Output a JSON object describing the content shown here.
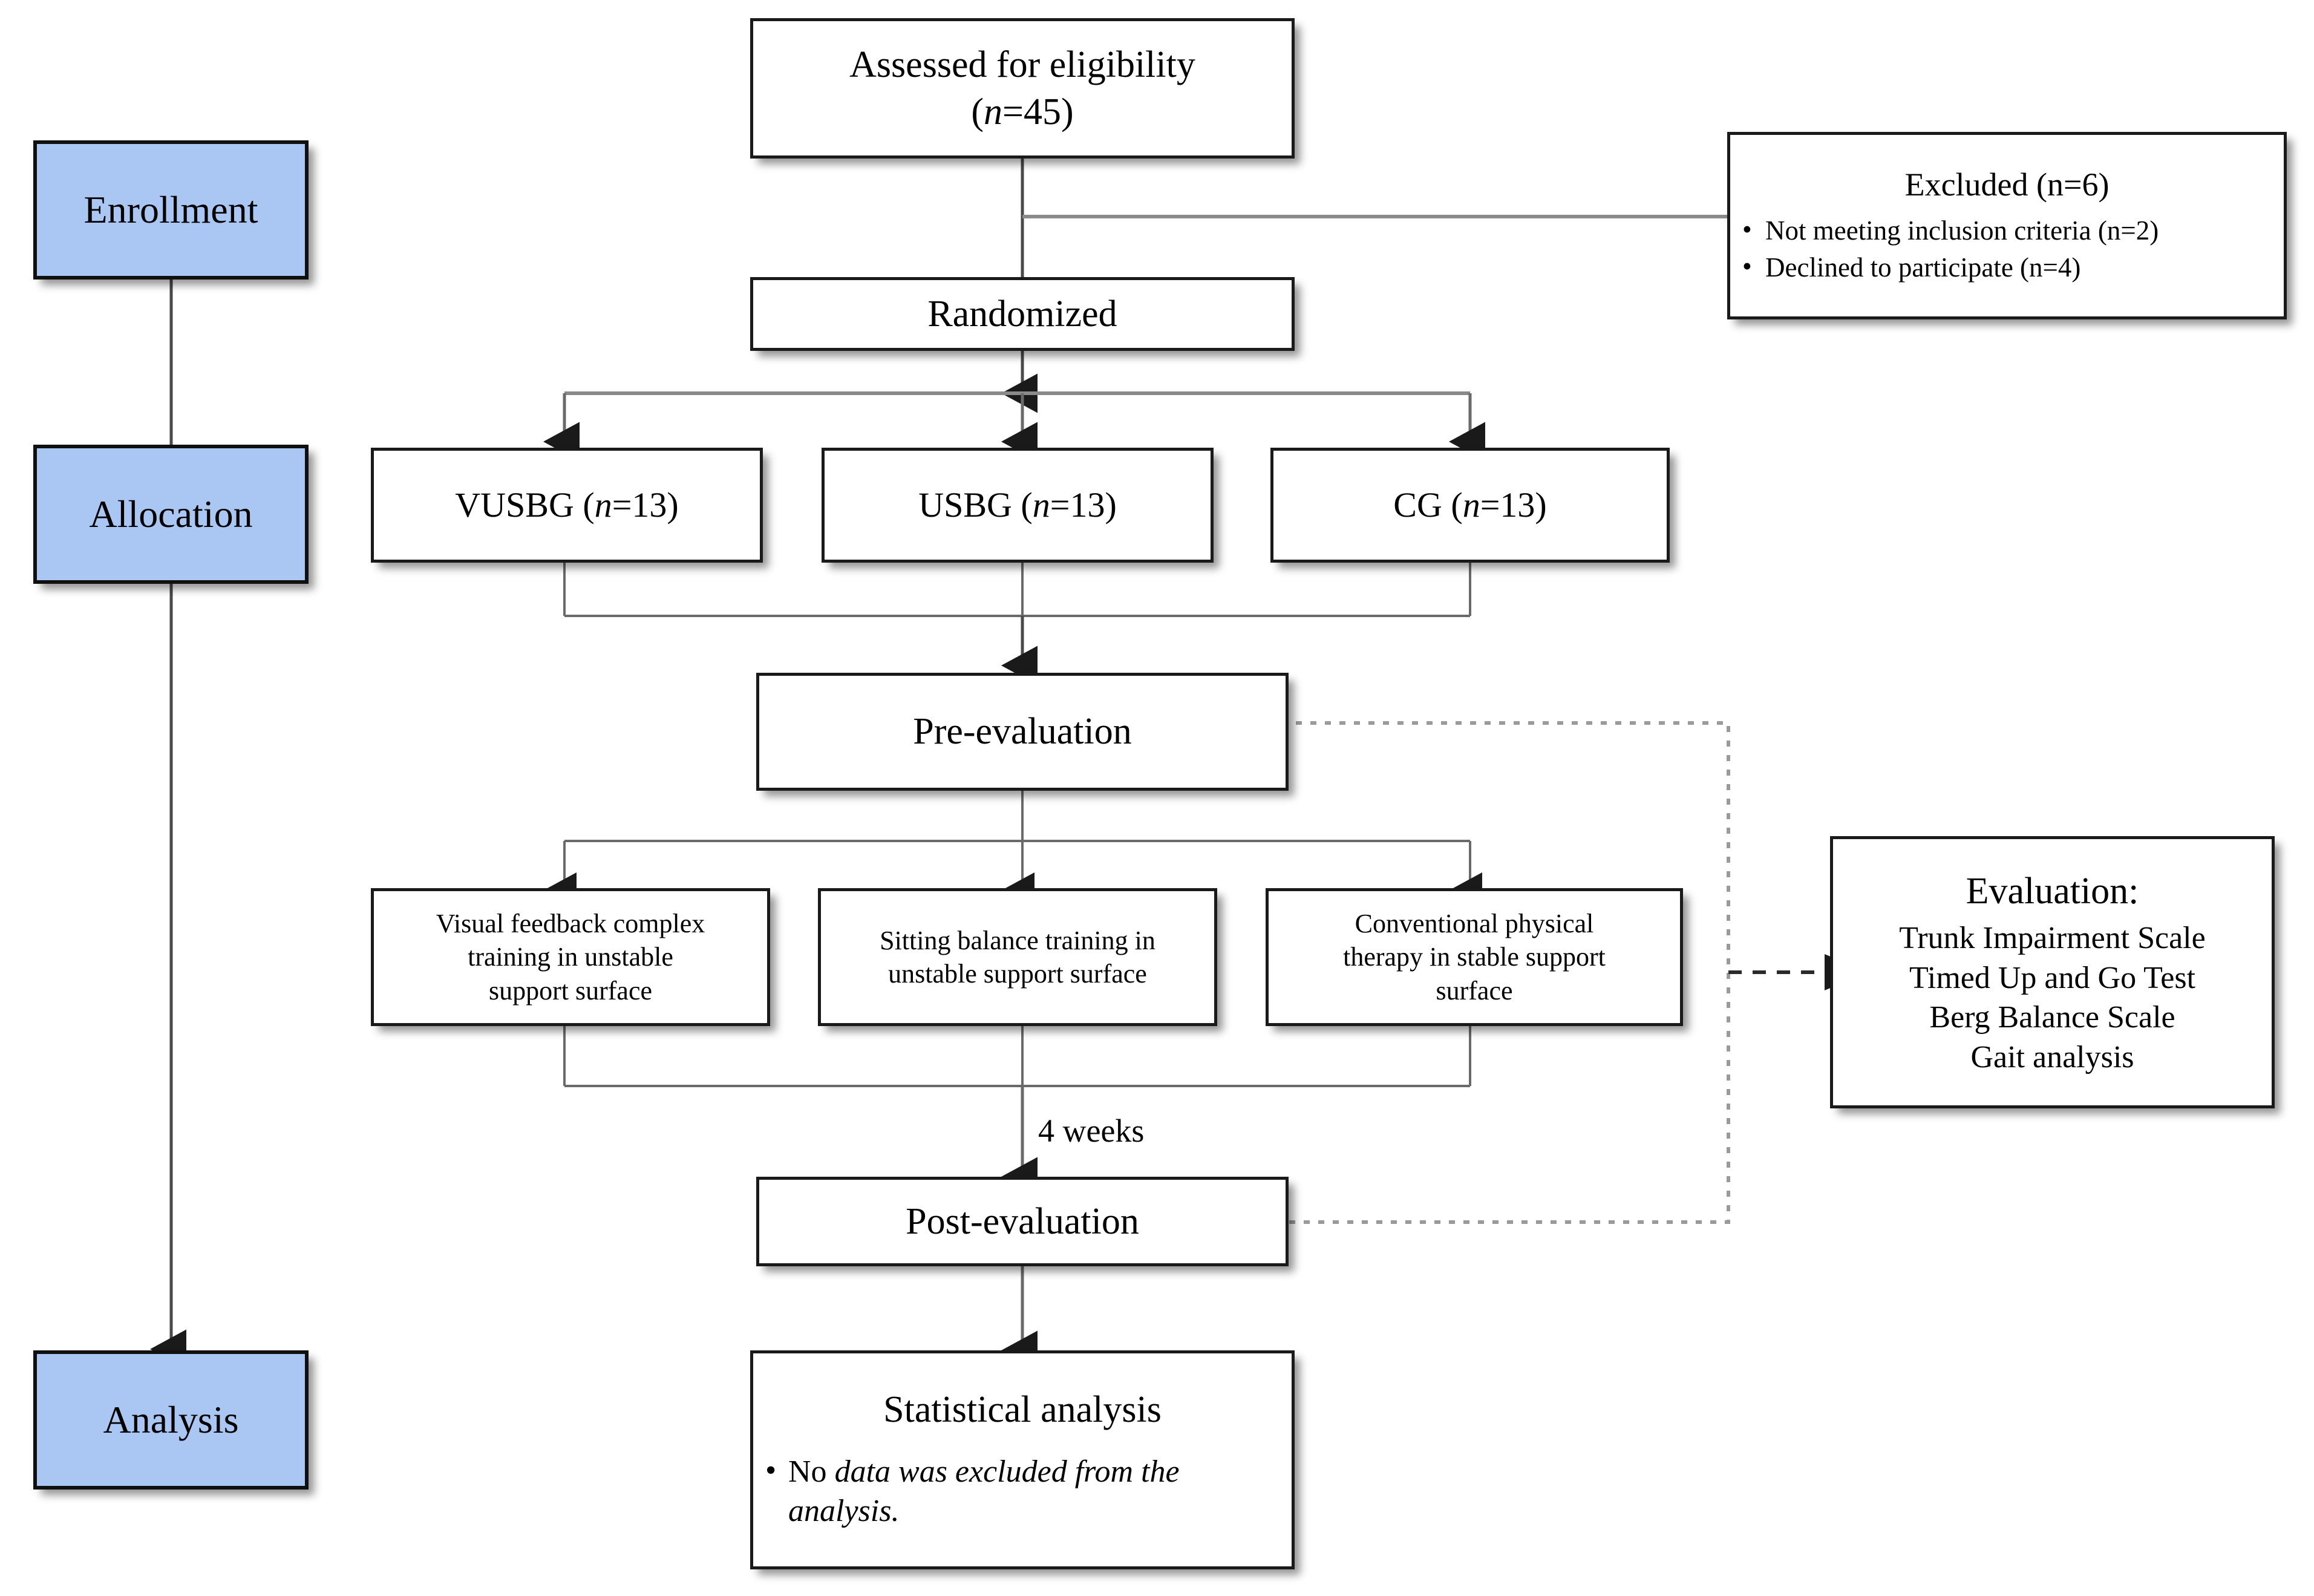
{
  "diagram": {
    "title": "CONSORT participant flow diagram",
    "colors": {
      "stage_fill": "#a9c7f2",
      "box_border": "#1a1a1a",
      "connector": "#4a4a4a",
      "background": "#ffffff"
    }
  },
  "stages": [
    {
      "label": "Enrollment"
    },
    {
      "label": "Allocation"
    },
    {
      "label": "Analysis"
    }
  ],
  "nodes": {
    "assessed": {
      "line1": "Assessed for eligibility",
      "line2_pre": "(",
      "line2_italic": "n",
      "line2_post": "=45)"
    },
    "excluded": {
      "title": "Excluded (n=6)",
      "items": [
        "Not meeting inclusion criteria (n=2)",
        "Declined to participate (n=4)"
      ]
    },
    "randomized": {
      "label": "Randomized"
    },
    "groups": [
      {
        "name": "VUSBG",
        "n_label": "n",
        "n_value": "=13)"
      },
      {
        "name": "USBG",
        "n_label": "n",
        "n_value": "=13)"
      },
      {
        "name": "CG",
        "n_label": "n",
        "n_value": "=13)"
      }
    ],
    "pre_evaluation": {
      "label": "Pre-evaluation"
    },
    "interventions": [
      {
        "lines": [
          "Visual feedback complex",
          "training in unstable",
          "support surface"
        ]
      },
      {
        "lines": [
          "Sitting balance training in",
          "unstable support surface"
        ]
      },
      {
        "lines": [
          "Conventional physical",
          "therapy in stable support",
          "surface"
        ]
      }
    ],
    "duration_label": "4 weeks",
    "post_evaluation": {
      "label": "Post-evaluation"
    },
    "evaluation": {
      "title": "Evaluation:",
      "measures": [
        "Trunk Impairment Scale",
        "Timed Up and Go Test",
        "Berg Balance Scale",
        "Gait analysis"
      ]
    },
    "statistical_analysis": {
      "title": "Statistical analysis",
      "bullet_plain": "No ",
      "bullet_italic": "data was excluded from the analysis."
    }
  }
}
